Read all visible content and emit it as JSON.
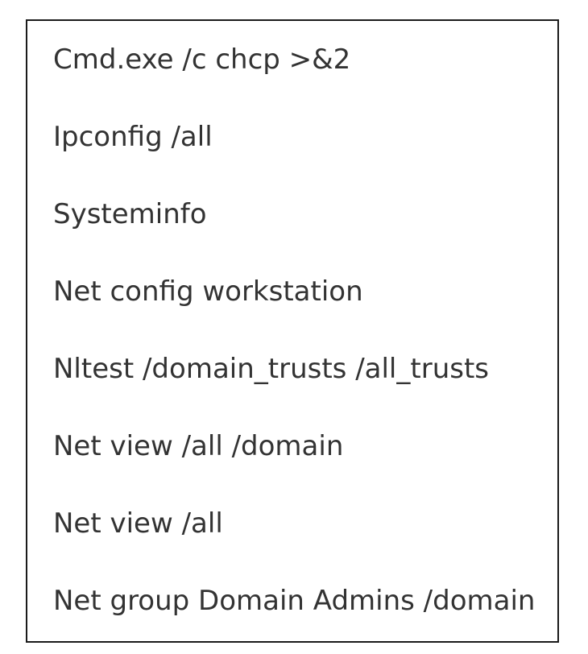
{
  "commands": [
    "Cmd.exe /c chcp >&2",
    "Ipconfig /all",
    "Systeminfo",
    "Net config workstation",
    "Nltest /domain_trusts /all_trusts",
    "Net view /all /domain",
    "Net view /all",
    "Net group Domain Admins /domain"
  ],
  "colors": {
    "text": "#333333",
    "border": "#1a1a1a",
    "background": "#ffffff"
  }
}
